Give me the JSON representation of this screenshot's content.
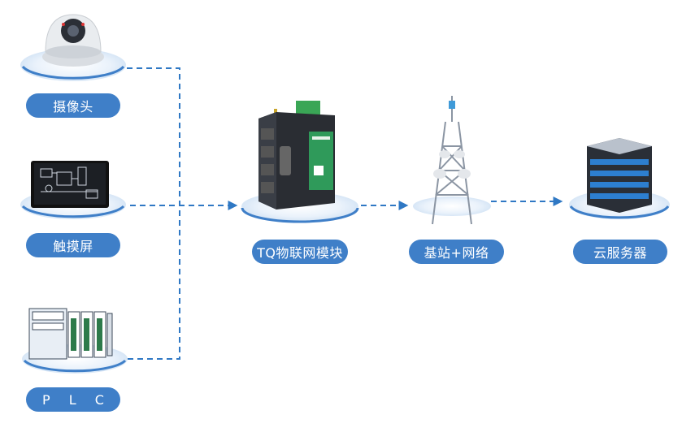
{
  "nodes": {
    "camera": {
      "label": "摄像头"
    },
    "touchscreen": {
      "label": "触摸屏"
    },
    "plc": {
      "label": "P L C"
    },
    "iot_module": {
      "label": "TQ物联网模块"
    },
    "base_station": {
      "label": "基站+网络"
    },
    "cloud_server": {
      "label": "云服务器"
    }
  },
  "colors": {
    "accent": "#3f7fc8",
    "line": "#2f78c4"
  }
}
